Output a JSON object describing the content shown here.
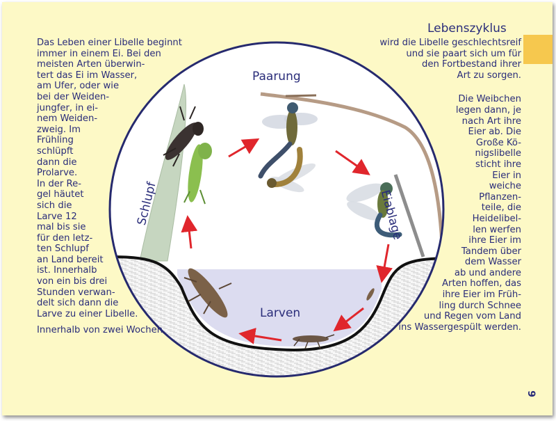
{
  "page": {
    "title": "Lebenszyklus",
    "page_number": "9",
    "accent_color": "#f6c84e",
    "text_color": "#2a2d7a",
    "background_color": "#fdf9c6"
  },
  "left_text": {
    "lines": [
      "Das Leben einer Libelle beginnt",
      "immer in einem Ei. Bei den",
      "meisten Arten überwin-",
      "tert das Ei im Wasser,",
      "am Ufer, oder wie",
      "bei der Weiden-",
      "jungfer, in ei-",
      "nem Weiden-",
      "zweig. Im",
      "Frühling",
      "schlüpft",
      "dann die",
      "Prolarve.",
      "In der Re-",
      "gel häutet",
      "sich die",
      "Larve 12",
      "mal bis sie",
      "für den letz-",
      "ten Schlupf",
      "an Land bereit",
      "ist. Innerhalb",
      "von ein bis drei",
      "Stunden verwan-",
      "delt sich dann die",
      "Larve zu einer Libelle."
    ],
    "last_line": "Innerhalb von zwei Wochen"
  },
  "right_text": {
    "top_lines": [
      "wird die Libelle geschlechtsreif",
      "und sie paart sich um für",
      "den Fortbestand ihrer",
      "Art zu sorgen."
    ],
    "lines": [
      "Die Weibchen",
      "legen dann, je",
      "nach Art ihre",
      "Eier ab. Die",
      "Große Kö-",
      "nigslibelle",
      "sticht ihre",
      "Eier in",
      "weiche",
      "Pflanzen-",
      "teile, die",
      "Heidelibel-",
      "len werfen",
      "ihre Eier im",
      "Tandem über",
      "dem Wasser",
      "ab und andere",
      "Arten hoffen, das",
      "ihre Eier im Früh-",
      "ling durch Schnee",
      "und Regen vom Land",
      "ins Wassergespült werden."
    ]
  },
  "diagram": {
    "labels": {
      "mating": "Paarung",
      "egg_laying": "Eiablage",
      "larvae": "Larven",
      "emergence": "Schlupf"
    },
    "icons": [
      "dragonfly-exuvia-icon",
      "mating-dragonflies-icon",
      "egg-laying-dragonfly-icon",
      "larva-icon",
      "prolarva-icon",
      "cycle-arrow-icon"
    ]
  }
}
